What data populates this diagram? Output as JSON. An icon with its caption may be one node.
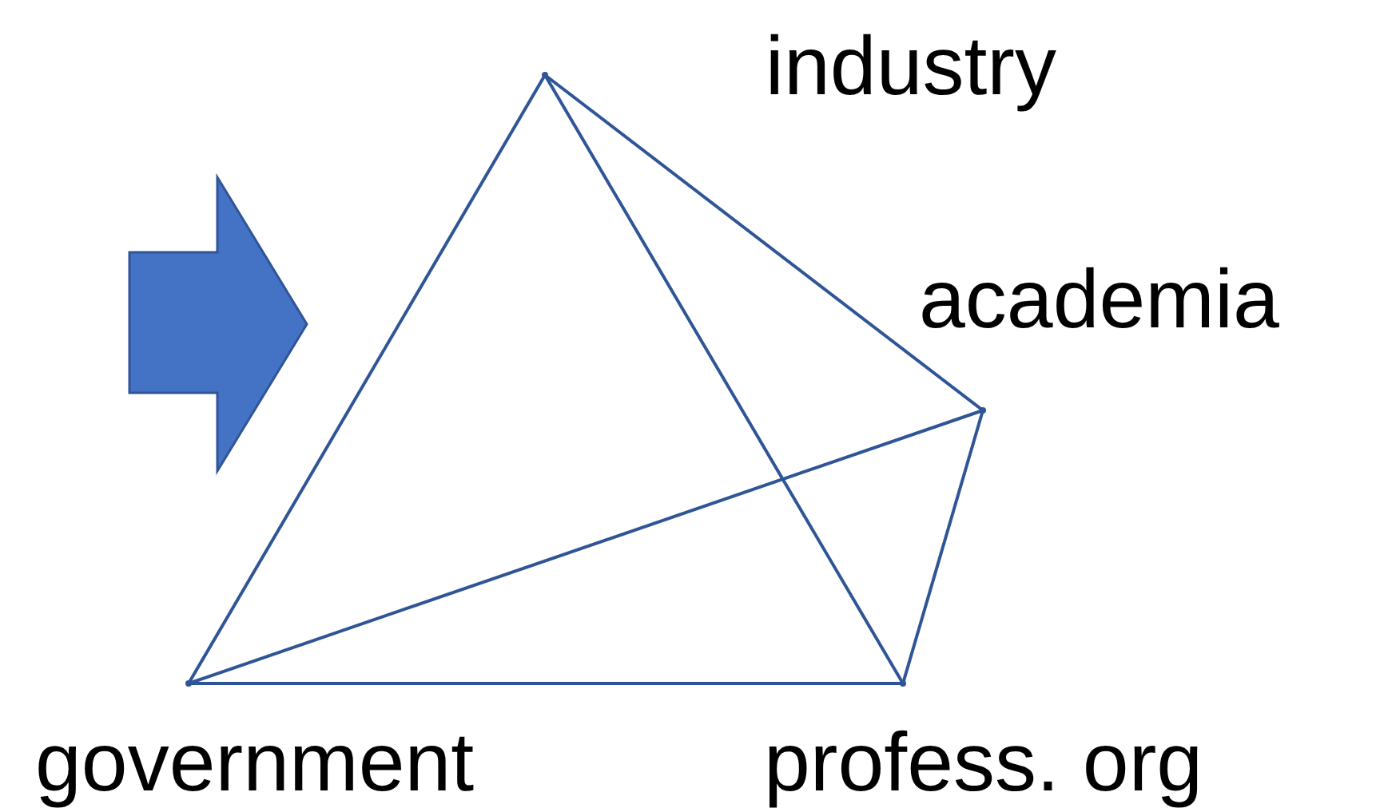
{
  "diagram": {
    "nodes": [
      {
        "text": [
          "industry"
        ]
      },
      {
        "text": [
          "academia"
        ]
      },
      {
        "text": [
          "government"
        ]
      },
      {
        "text": [
          "profess. org"
        ]
      }
    ],
    "edges": [
      {
        "from": 0,
        "to": 1,
        "arrow": "none"
      },
      {
        "from": 0,
        "to": 2,
        "arrow": "none"
      },
      {
        "from": 0,
        "to": 3,
        "arrow": "none"
      },
      {
        "from": 1,
        "to": 2,
        "arrow": "none"
      },
      {
        "from": 1,
        "to": 3,
        "arrow": "none"
      },
      {
        "from": 2,
        "to": 3,
        "arrow": "none"
      }
    ]
  }
}
